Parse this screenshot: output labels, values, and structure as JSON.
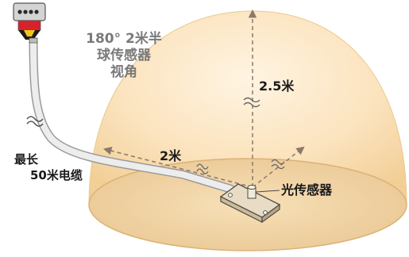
{
  "labels": {
    "fov_line1": "180° 2米半",
    "fov_line2": "球传感器",
    "fov_line3": "视角",
    "height": "2.5米",
    "radius": "2米",
    "cable_line1": "最长",
    "cable_line2": "50米电缆",
    "sensor": "光传感器"
  },
  "colors": {
    "dome_fill": "#fbe3bd",
    "dome_edge": "#e9c88f",
    "floor_fill": "#f1d5a6",
    "arrow": "#8a7a6a",
    "cable": "#e6e6e6",
    "connector_body": "#cfcfcf",
    "connector_red": "#d8222b",
    "connector_yellow": "#f2c319",
    "label_gray": "#7a7a7a",
    "label_black": "#1a1a1a"
  }
}
